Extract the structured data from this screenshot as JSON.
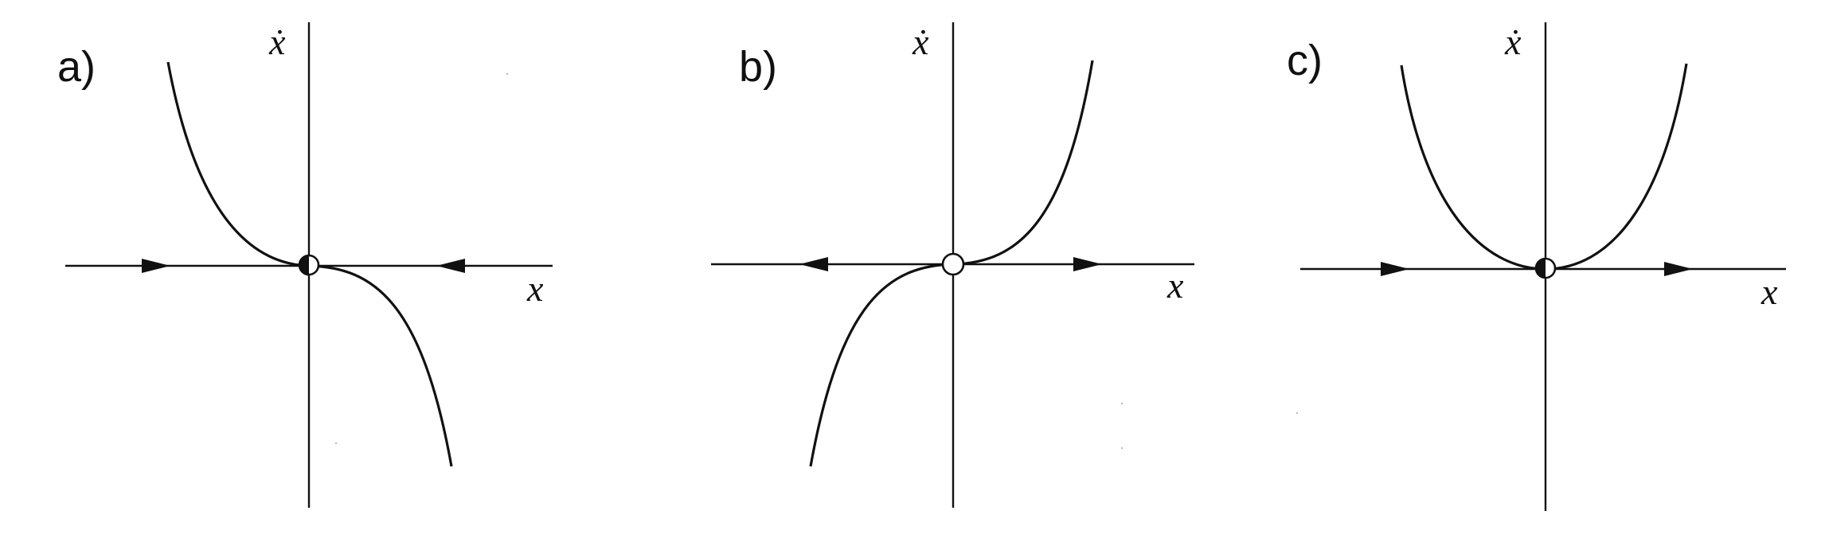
{
  "panels": [
    {
      "label": "a)",
      "xlabel": "x",
      "ylabel": "ẋ",
      "curve": "decreasing cubic",
      "flow_left": "right",
      "flow_right": "left",
      "fixed_point": "half-filled"
    },
    {
      "label": "b)",
      "xlabel": "x",
      "ylabel": "ẋ",
      "curve": "increasing cubic",
      "flow_left": "left",
      "flow_right": "right",
      "fixed_point": "open"
    },
    {
      "label": "c)",
      "xlabel": "x",
      "ylabel": "ẋ",
      "curve": "parabola",
      "flow_left": "right",
      "flow_right": "right",
      "fixed_point": "half-filled"
    }
  ],
  "colors": {
    "ink": "#111111",
    "paper": "#ffffff"
  }
}
